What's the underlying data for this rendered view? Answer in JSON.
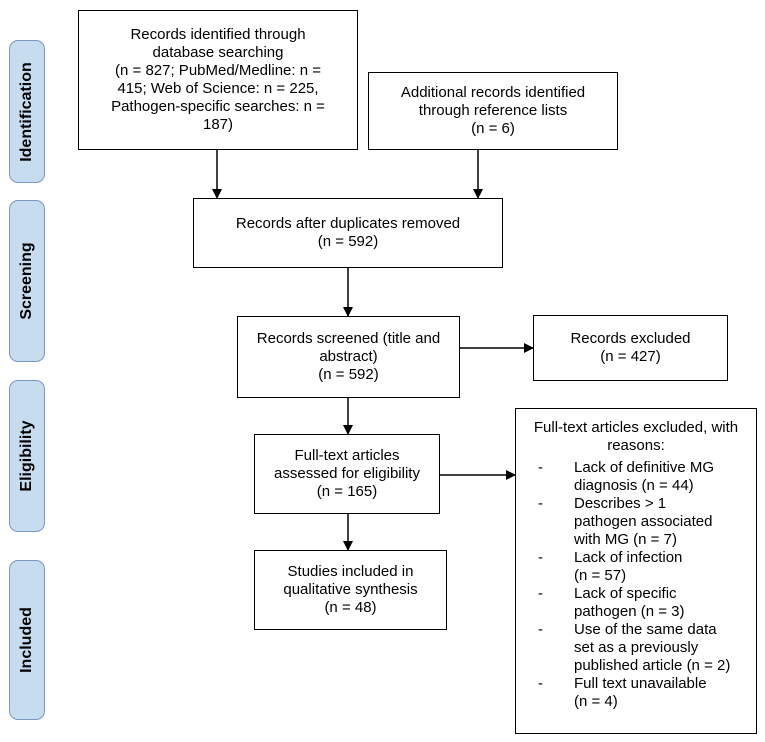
{
  "stages": [
    "Identification",
    "Screening",
    "Eligibility",
    "Included"
  ],
  "boxes": {
    "db_search": [
      "Records identified through",
      "database searching",
      "(n = 827; PubMed/Medline: n =",
      "415; Web of Science: n = 225,",
      "Pathogen-specific searches: n =",
      "187)"
    ],
    "additional": [
      "Additional records identified",
      "through reference lists",
      "(n = 6)"
    ],
    "dedup": [
      "Records after duplicates removed",
      "(n = 592)"
    ],
    "screened": [
      "Records screened (title and",
      "abstract)",
      "(n = 592)"
    ],
    "excluded": [
      "Records excluded",
      "(n = 427)"
    ],
    "fulltext": [
      "Full-text articles",
      "assessed for eligibility",
      "(n = 165)"
    ],
    "included": [
      "Studies included in",
      "qualitative synthesis",
      "(n = 48)"
    ]
  },
  "fulltext_excluded": {
    "heading": [
      "Full-text articles excluded, with",
      "reasons:"
    ],
    "dash": "-",
    "reasons": [
      [
        "Lack of definitive MG",
        "diagnosis (n = 44)"
      ],
      [
        "Describes > 1",
        "pathogen associated",
        "with MG (n = 7)"
      ],
      [
        "Lack of infection",
        "(n = 57)"
      ],
      [
        "Lack of specific",
        "pathogen (n = 3)"
      ],
      [
        "Use of the same data",
        "set as a previously",
        "published article (n = 2)"
      ],
      [
        "Full text unavailable",
        "(n = 4)"
      ]
    ]
  }
}
